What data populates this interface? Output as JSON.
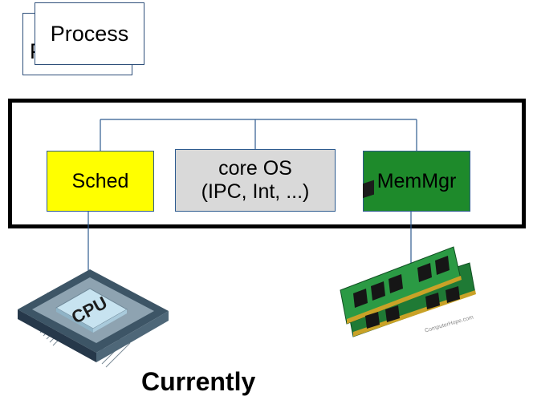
{
  "process_stack": {
    "back_label": "P",
    "front_label": "Process"
  },
  "components": {
    "sched": {
      "label": "Sched",
      "color": "#ffff00"
    },
    "core": {
      "line1": "core OS",
      "line2": "(IPC, Int, ...)",
      "color": "#d9d9d9"
    },
    "memmgr": {
      "label": "MemMgr",
      "color": "#1e8a2b"
    }
  },
  "cpu_chip": {
    "label": "CPU"
  },
  "ram_watermark": "ComputerHope.com",
  "caption": "Currently",
  "colors": {
    "connector": "#2e5b8f",
    "arrow": "#3462a6",
    "kernel_border": "#000000"
  }
}
